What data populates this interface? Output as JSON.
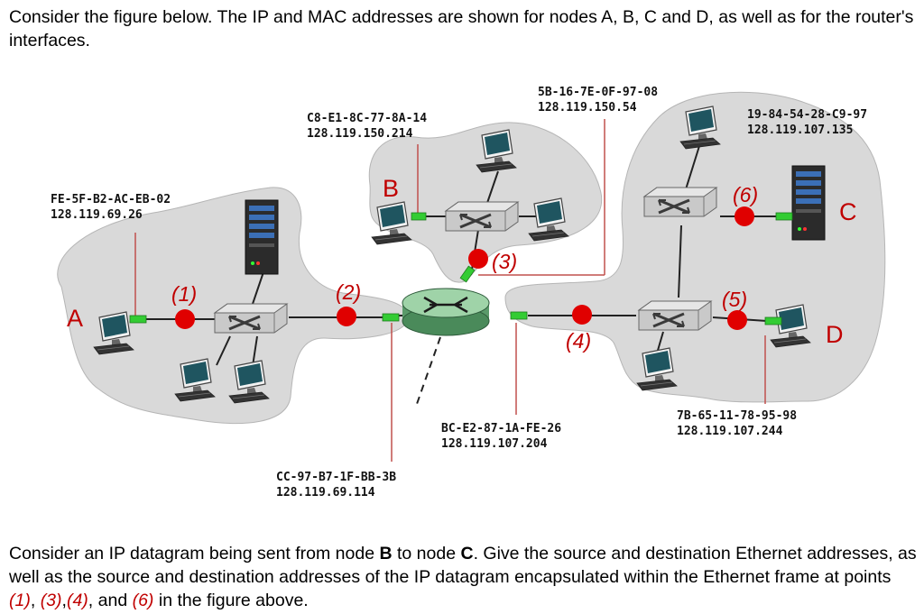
{
  "intro": {
    "text": "Consider the figure below. The IP and MAC addresses are shown for nodes A, B, C and D, as well as for the router's interfaces."
  },
  "nodes": {
    "A": {
      "letter": "A",
      "mac": "FE-5F-B2-AC-EB-02",
      "ip": "128.119.69.26"
    },
    "B": {
      "letter": "B",
      "mac": "C8-E1-8C-77-8A-14",
      "ip": "128.119.150.214"
    },
    "C": {
      "letter": "C",
      "mac": "19-84-54-28-C9-97",
      "ip": "128.119.107.135"
    },
    "D": {
      "letter": "D",
      "mac": "7B-65-11-78-95-98",
      "ip": "128.119.107.244"
    }
  },
  "router_interfaces": {
    "left": {
      "mac": "CC-97-B7-1F-BB-3B",
      "ip": "128.119.69.114"
    },
    "top": {
      "mac": "5B-16-7E-0F-97-08",
      "ip": "128.119.150.54"
    },
    "right": {
      "mac": "BC-E2-87-1A-FE-26",
      "ip": "128.119.107.204"
    }
  },
  "points": {
    "p1": "(1)",
    "p2": "(2)",
    "p3": "(3)",
    "p4": "(4)",
    "p5": "(5)",
    "p6": "(6)"
  },
  "question": {
    "part1": "Consider an IP datagram being sent from node ",
    "node_b": "B",
    "part2": " to node ",
    "node_c": "C",
    "part3": ". Give the source and destination Ethernet addresses, as well as the source and destination addresses of the IP datagram encapsulated within the Ethernet frame at points ",
    "pt1": "(1)",
    "sep1": ", ",
    "pt3": "(3)",
    "sep2": ",",
    "pt4": "(4)",
    "sep3": ", and ",
    "pt6": "(6)",
    "part4": " in the figure above."
  },
  "colors": {
    "point_red": "#e00000",
    "label_red": "#c00000",
    "subnet_gray": "#d9d9d9",
    "connector_green": "#33cc33"
  }
}
